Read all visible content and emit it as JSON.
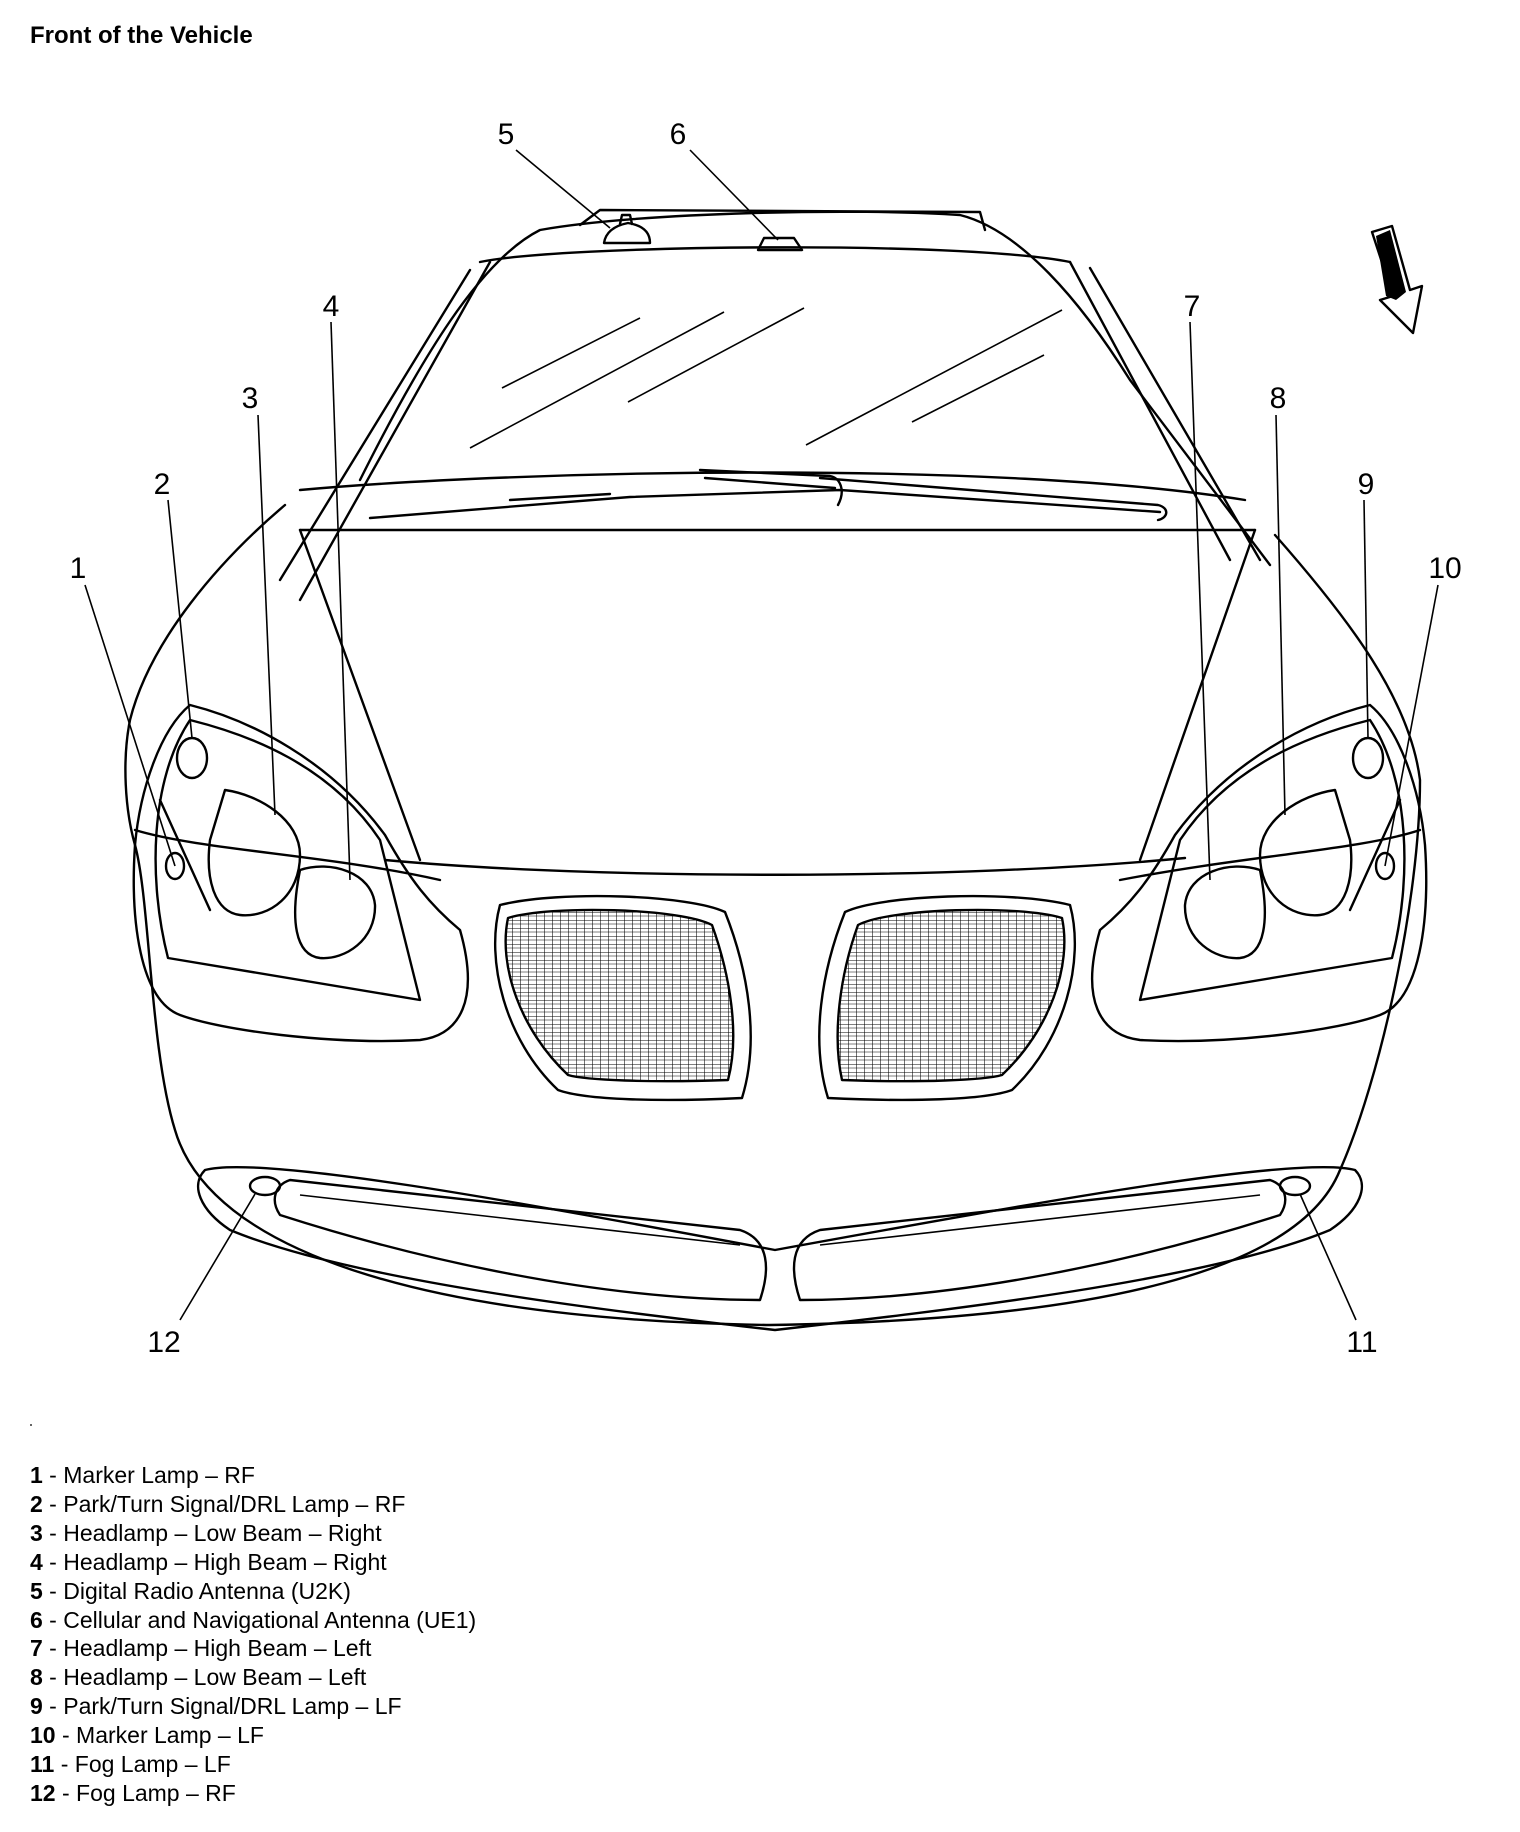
{
  "title": "Front of the Vehicle",
  "callouts": [
    "1",
    "2",
    "3",
    "4",
    "5",
    "6",
    "7",
    "8",
    "9",
    "10",
    "11",
    "12"
  ],
  "legend": [
    {
      "num": "1",
      "sep": " - ",
      "text": "Marker Lamp – RF"
    },
    {
      "num": "2",
      "sep": " - ",
      "text": "Park/Turn Signal/DRL Lamp – RF"
    },
    {
      "num": "3",
      "sep": " - ",
      "text": "Headlamp – Low Beam – Right"
    },
    {
      "num": "4",
      "sep": " - ",
      "text": "Headlamp – High Beam – Right"
    },
    {
      "num": "5",
      "sep": " - ",
      "text": "Digital Radio Antenna (U2K)"
    },
    {
      "num": "6",
      "sep": " - ",
      "text": "Cellular and Navigational Antenna (UE1)"
    },
    {
      "num": "7",
      "sep": " - ",
      "text": "Headlamp – High Beam – Left"
    },
    {
      "num": "8",
      "sep": " - ",
      "text": "Headlamp – Low Beam – Left"
    },
    {
      "num": "9",
      "sep": " - ",
      "text": "Park/Turn Signal/DRL Lamp – LF"
    },
    {
      "num": "10",
      "sep": " - ",
      "text": "Marker Lamp – LF"
    },
    {
      "num": "11",
      "sep": " - ",
      "text": "Fog Lamp – LF"
    },
    {
      "num": "12",
      "sep": " - ",
      "text": "Fog Lamp – RF"
    }
  ],
  "icons": {
    "direction_arrow": "down-left-arrow-icon"
  }
}
